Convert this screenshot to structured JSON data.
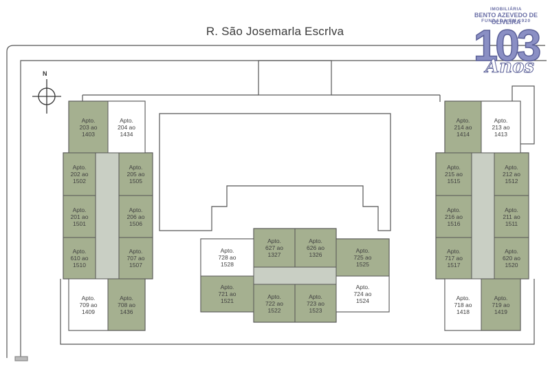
{
  "street": "R. São Josemarla Escrlva",
  "north_label": "N",
  "logo": {
    "line1": "IMOBILIÁRIA",
    "line2": "BENTO AZEVEDO DE OLIVEIRA",
    "line3": "FUNDADA EM 1920",
    "number": "103",
    "word": "Anos"
  },
  "colors": {
    "unit_fill": "#a5b090",
    "unit_empty": "#ffffff",
    "corridor": "#c9cfc4",
    "line": "#555555",
    "logo": "#8a8fc4"
  },
  "units": [
    {
      "id": "u203",
      "text": "Apto.\n203 ao\n1403",
      "filled": true
    },
    {
      "id": "u204",
      "text": "Apto.\n204 ao\n1434",
      "filled": false
    },
    {
      "id": "u202",
      "text": "Apto.\n202 ao\n1502",
      "filled": true
    },
    {
      "id": "u205",
      "text": "Apto.\n205 ao\n1505",
      "filled": true
    },
    {
      "id": "u201",
      "text": "Apto.\n201 ao\n1501",
      "filled": true
    },
    {
      "id": "u206",
      "text": "Apto.\n206 ao\n1506",
      "filled": true
    },
    {
      "id": "u610",
      "text": "Apto.\n610 ao\n1510",
      "filled": true
    },
    {
      "id": "u707",
      "text": "Apto.\n707 ao\n1507",
      "filled": true
    },
    {
      "id": "u709",
      "text": "Apto.\n709 ao\n1409",
      "filled": false
    },
    {
      "id": "u708",
      "text": "Apto.\n708 ao\n1436",
      "filled": true
    },
    {
      "id": "u728",
      "text": "Apto.\n728 ao\n1528",
      "filled": false
    },
    {
      "id": "u627",
      "text": "Apto.\n627 ao\n1327",
      "filled": true
    },
    {
      "id": "u626",
      "text": "Apto.\n626 ao\n1326",
      "filled": true
    },
    {
      "id": "u725",
      "text": "Apto.\n725 ao\n1525",
      "filled": true
    },
    {
      "id": "u721",
      "text": "Apto.\n721 ao\n1521",
      "filled": true
    },
    {
      "id": "u722",
      "text": "Apto.\n722 ao\n1522",
      "filled": true
    },
    {
      "id": "u723",
      "text": "Apto.\n723 ao\n1523",
      "filled": true
    },
    {
      "id": "u724",
      "text": "Apto.\n724 ao\n1524",
      "filled": false
    },
    {
      "id": "u214",
      "text": "Apto.\n214 ao\n1414",
      "filled": true
    },
    {
      "id": "u213",
      "text": "Apto.\n213 ao\n1413",
      "filled": false
    },
    {
      "id": "u215",
      "text": "Apto.\n215 ao\n1515",
      "filled": true
    },
    {
      "id": "u212",
      "text": "Apto.\n212 ao\n1512",
      "filled": true
    },
    {
      "id": "u216",
      "text": "Apto.\n216 ao\n1516",
      "filled": true
    },
    {
      "id": "u211",
      "text": "Apto.\n211 ao\n1511",
      "filled": true
    },
    {
      "id": "u717",
      "text": "Apto.\n717 ao\n1517",
      "filled": true
    },
    {
      "id": "u620",
      "text": "Apto.\n620 ao\n1520",
      "filled": true
    },
    {
      "id": "u718",
      "text": "Apto.\n718 ao\n1418",
      "filled": false
    },
    {
      "id": "u719",
      "text": "Apto.\n719 ao\n1419",
      "filled": true
    }
  ]
}
